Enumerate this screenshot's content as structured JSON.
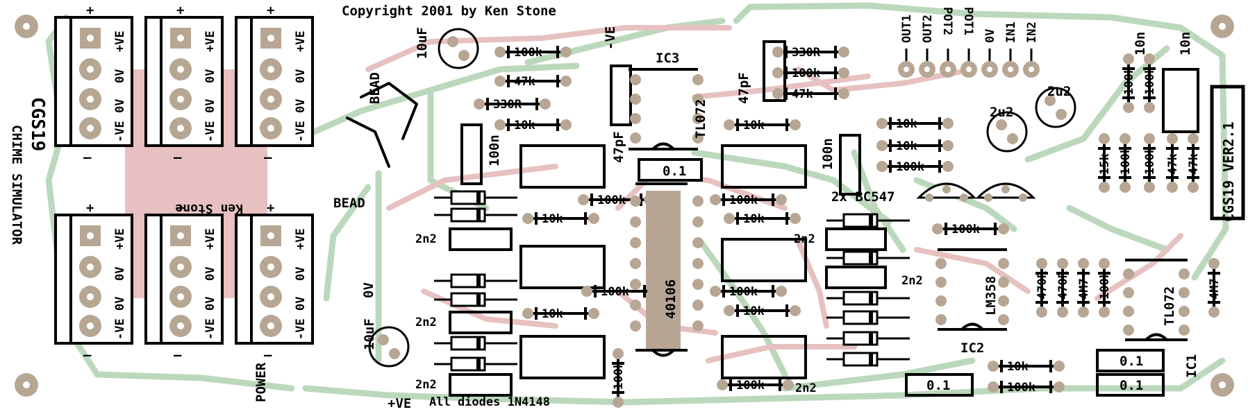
{
  "board": {
    "copyright": "Copyright 2001 by Ken Stone",
    "version_label": "CGS19 VER2.1",
    "title_line1": "CHIME",
    "title_line2": "SIMULATOR",
    "mirror_text": "CGS19",
    "silk_credit": "Ken Stone",
    "diodes_note": "All diodes 1N4148"
  },
  "power": {
    "label": "POWER",
    "plus": "+",
    "minus": "—",
    "pins": [
      "-VE",
      "0V",
      "0V",
      "+VE"
    ],
    "ve_plus": "+VE",
    "ve_minus": "-VE",
    "zero_v": "0V"
  },
  "header": {
    "pins": [
      "OUT1",
      "OUT2",
      "POT2",
      "POT1",
      "0V",
      "IN1",
      "IN2"
    ]
  },
  "ics": {
    "ic1": "IC1",
    "ic2": "IC2",
    "ic3": "IC3",
    "tl072": "TL072",
    "lm358": "LM358",
    "cd40106": "40106",
    "bc547": "2x BC547"
  },
  "components": {
    "r100k": "100k",
    "r47k": "47k",
    "r10k": "10k",
    "r330": "330R",
    "r15k": "15k",
    "r470": "470R",
    "r4m7": "4M7",
    "c10uf": "10uF",
    "c47pf": "47pF",
    "c100n": "100n",
    "c2n2": "2n2",
    "c2u2": "2u2",
    "c10n": "10n",
    "c01": "0.1",
    "bead": "BEAD"
  }
}
